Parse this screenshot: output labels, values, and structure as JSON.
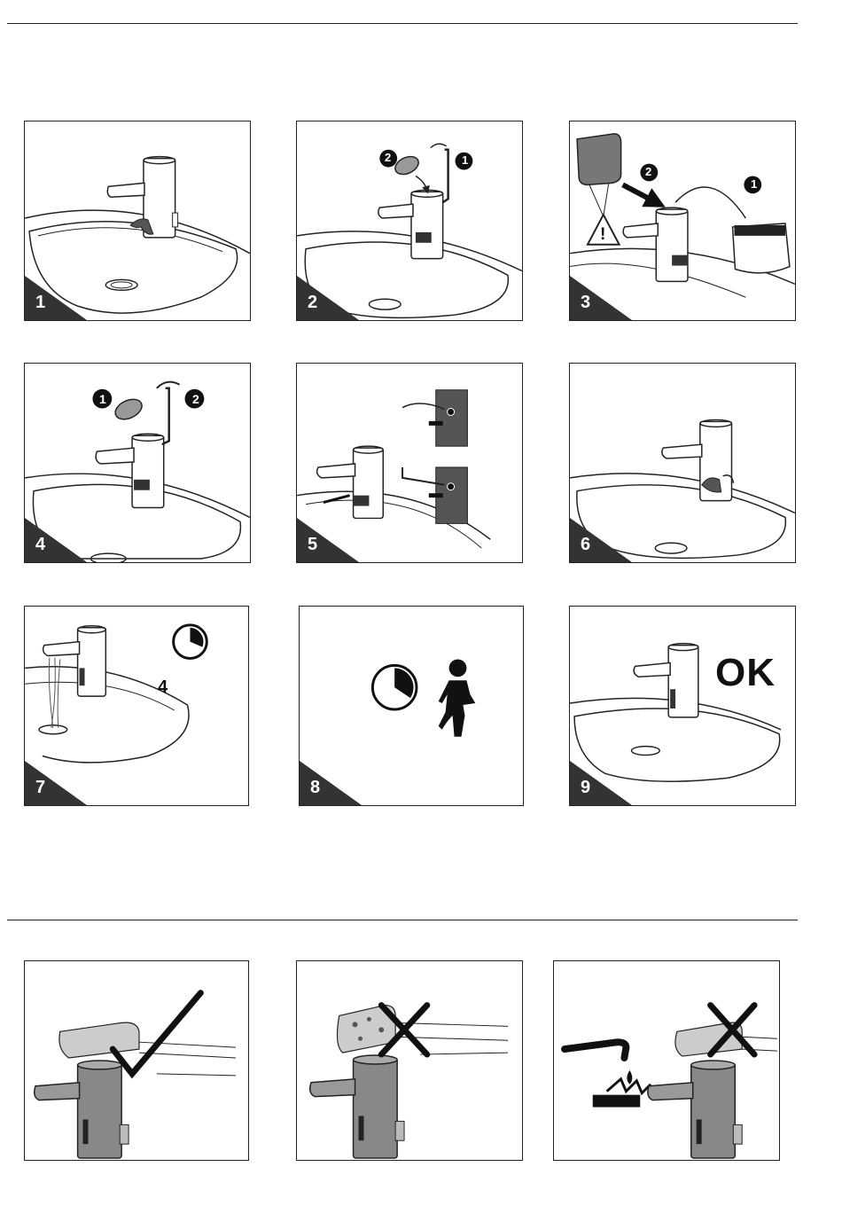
{
  "steps": [
    {
      "number": "1"
    },
    {
      "number": "2",
      "callouts": [
        "2",
        "1"
      ]
    },
    {
      "number": "3",
      "callouts": [
        "2",
        "1"
      ]
    },
    {
      "number": "4",
      "callouts": [
        "1",
        "2"
      ]
    },
    {
      "number": "5"
    },
    {
      "number": "6"
    },
    {
      "number": "7",
      "wait_value": "4"
    },
    {
      "number": "8"
    },
    {
      "number": "9",
      "result": "OK"
    }
  ],
  "cleaning": [
    {
      "verdict": "allowed",
      "icon": "check-icon"
    },
    {
      "verdict": "forbidden",
      "icon": "cross-icon"
    },
    {
      "verdict": "forbidden",
      "icon": "cross-icon"
    }
  ],
  "colors": {
    "line": "#222222",
    "corner": "#333333",
    "fill_gray": "#6d6d6d"
  }
}
